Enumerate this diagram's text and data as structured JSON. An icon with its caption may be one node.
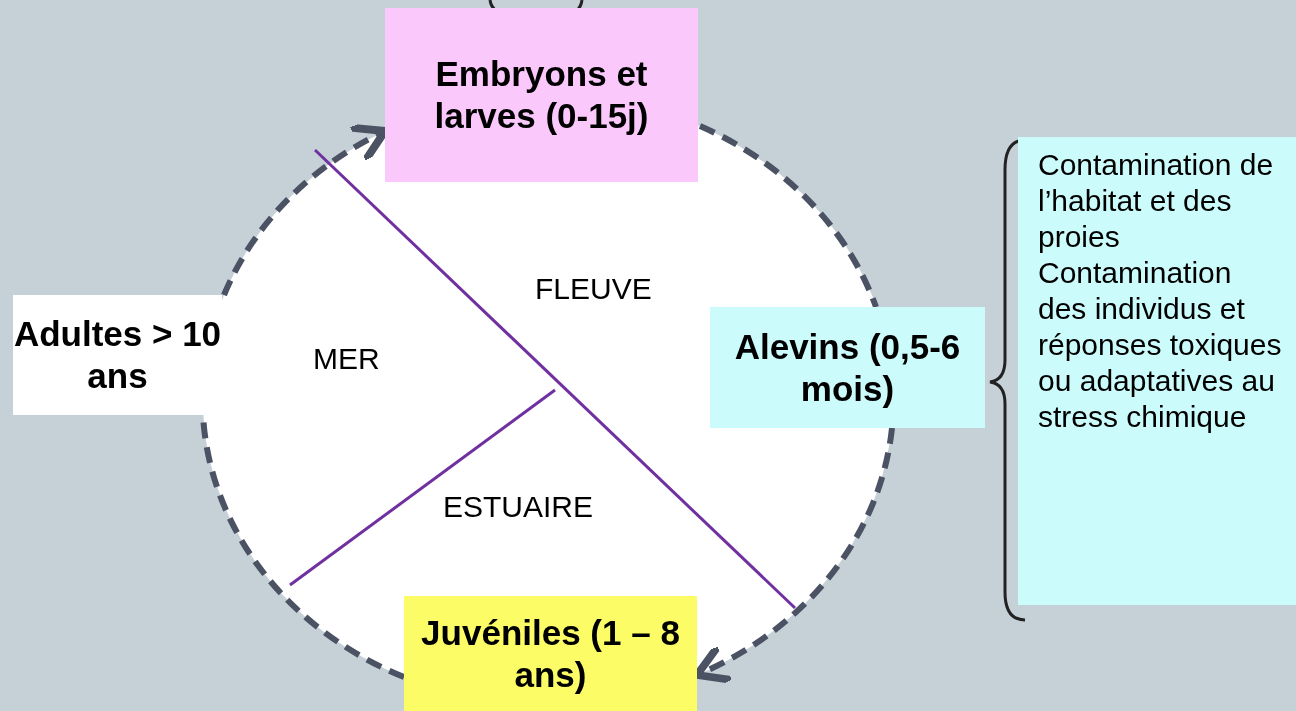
{
  "diagram": {
    "nodes": [
      {
        "text": [
          "Embryons et larves (0-15j)"
        ]
      },
      {
        "text": [
          "Alevins (0,5-6 mois)"
        ]
      },
      {
        "text": [
          "Juvéniles (1 – 8 ans)"
        ]
      },
      {
        "text": [
          "Adultes > 10 ans"
        ]
      },
      {
        "text": [
          "Contamination de l’habitat et des proies",
          "Contamination des individus et réponses toxiques ou adaptatives au stress chimique"
        ]
      }
    ],
    "edges": [
      {
        "from": 0,
        "to": 1,
        "arrow": "none",
        "style": "dashed"
      },
      {
        "from": 1,
        "to": 2,
        "arrow": "to",
        "style": "dashed"
      },
      {
        "from": 2,
        "to": 3,
        "arrow": "none",
        "style": "dashed"
      },
      {
        "from": 3,
        "to": 0,
        "arrow": "to",
        "style": "dashed"
      }
    ],
    "labels": [
      "FLEUVE",
      "MER",
      "ESTUAIRE"
    ]
  }
}
